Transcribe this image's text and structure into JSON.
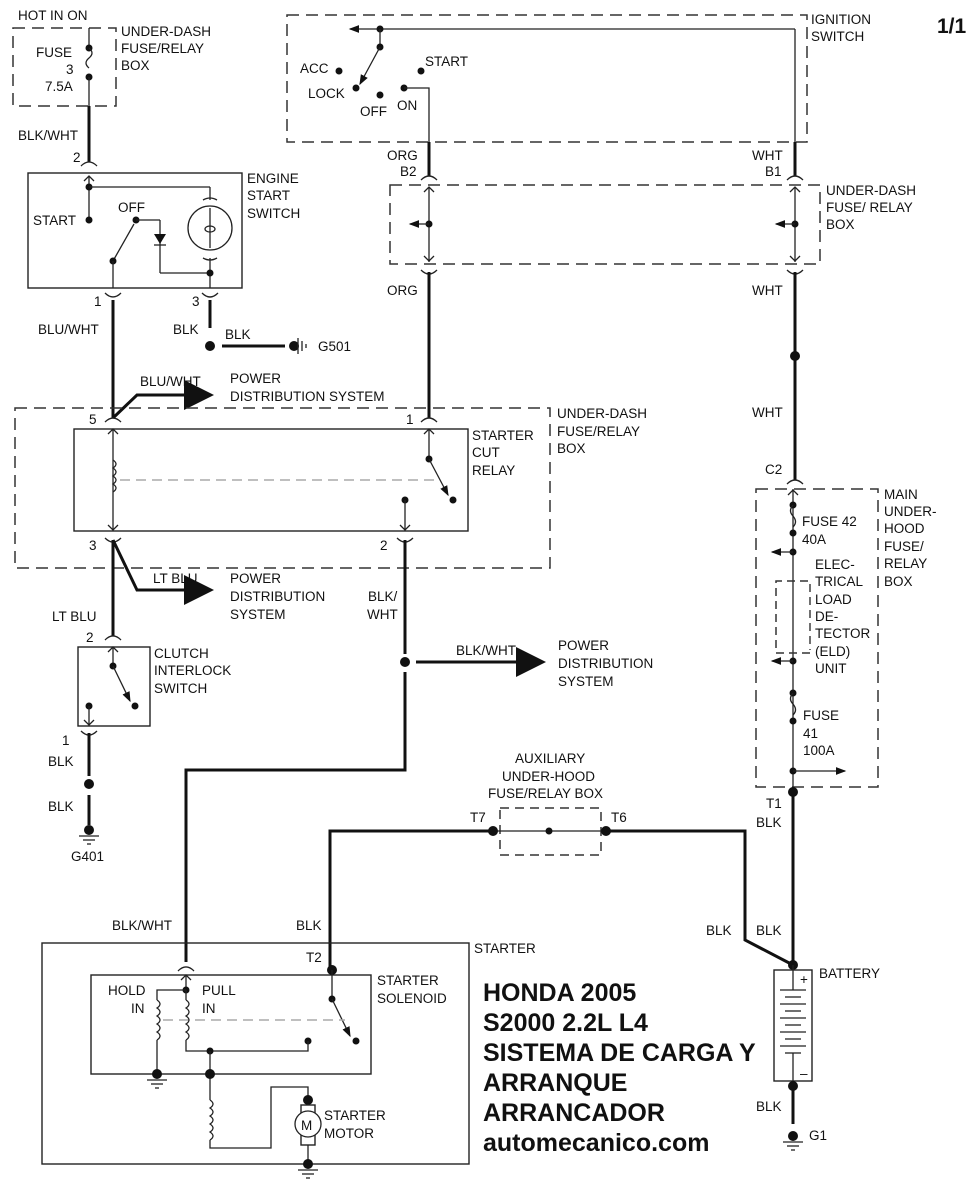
{
  "page_indicator": "1/1",
  "title_block": {
    "line1": "HONDA 2005",
    "line2": "S2000 2.2L L4",
    "line3": "SISTEMA DE CARGA Y",
    "line4": "ARRANQUE",
    "line5": "ARRANCADOR",
    "line6": "automecanico.com"
  },
  "components": {
    "hot_in_on": "HOT IN ON",
    "underdash_box_top_left": [
      "UNDER-DASH",
      "FUSE/RELAY",
      "BOX"
    ],
    "fuse3": [
      "FUSE",
      "3",
      "7.5A"
    ],
    "ignition_switch": [
      "IGNITION",
      "SWITCH"
    ],
    "ignition_positions": {
      "acc": "ACC",
      "lock": "LOCK",
      "off": "OFF",
      "on": "ON",
      "start": "START"
    },
    "underdash_box_mid": [
      "UNDER-DASH",
      "FUSE/ RELAY",
      "BOX"
    ],
    "engine_start_switch": [
      "ENGINE",
      "START",
      "SWITCH"
    ],
    "engine_start_positions": {
      "start": "START",
      "off": "OFF"
    },
    "ground_g501": "G501",
    "starter_cut_relay": [
      "STARTER",
      "CUT",
      "RELAY"
    ],
    "underdash_box_relay": [
      "UNDER-DASH",
      "FUSE/RELAY",
      "BOX"
    ],
    "power_dist_1": [
      "POWER",
      "DISTRIBUTION SYSTEM"
    ],
    "power_dist_2": [
      "POWER",
      "DISTRIBUTION",
      "SYSTEM"
    ],
    "power_dist_3": [
      "POWER",
      "DISTRIBUTION",
      "SYSTEM"
    ],
    "clutch_interlock_switch": [
      "CLUTCH",
      "INTERLOCK",
      "SWITCH"
    ],
    "ground_g401": "G401",
    "main_underhood_box": [
      "MAIN",
      "UNDER-",
      "HOOD",
      "FUSE/",
      "RELAY",
      "BOX"
    ],
    "fuse42": [
      "FUSE 42",
      "40A"
    ],
    "eld_unit": [
      "ELEC-",
      "TRICAL",
      "LOAD",
      "DE-",
      "TECTOR",
      "(ELD)",
      "UNIT"
    ],
    "fuse41": [
      "FUSE",
      "41",
      "100A"
    ],
    "aux_underhood_box": [
      "AUXILIARY",
      "UNDER-HOOD",
      "FUSE/RELAY BOX"
    ],
    "starter": "STARTER",
    "starter_solenoid": [
      "STARTER",
      "SOLENOID"
    ],
    "hold_in": [
      "HOLD",
      "IN"
    ],
    "pull_in": [
      "PULL",
      "IN"
    ],
    "starter_motor": [
      "STARTER",
      "MOTOR"
    ],
    "motor_symbol": "M",
    "battery": "BATTERY",
    "battery_plus": "+",
    "battery_minus": "–",
    "ground_g1": "G1"
  },
  "wires": {
    "blk_wht_top": "BLK/WHT",
    "blu_wht": "BLU/WHT",
    "blu_wht_branch": "BLU/WHT",
    "blk_3": "BLK",
    "blk_g501": "BLK",
    "org_b2": "ORG",
    "org_lower": "ORG",
    "wht_b1": "WHT",
    "wht_lower": "WHT",
    "wht_mid": "WHT",
    "lt_blu_branch": "LT BLU",
    "lt_blu": "LT BLU",
    "blk_wht_relay": [
      "BLK/",
      "WHT"
    ],
    "blk_wht_branch": "BLK/WHT",
    "blk_clutch_1": "BLK",
    "blk_clutch_2": "BLK",
    "blk_wht_starter": "BLK/WHT",
    "blk_t2": "BLK",
    "blk_t1": "BLK",
    "blk_batt_left": "BLK",
    "blk_batt_right": "BLK",
    "blk_g1": "BLK"
  },
  "connectors": {
    "pin2_top": "2",
    "pin1_ess": "1",
    "pin3_ess": "3",
    "b2": "B2",
    "b1": "B1",
    "relay_5": "5",
    "relay_1": "1",
    "relay_3": "3",
    "relay_2": "2",
    "clutch_2": "2",
    "clutch_1": "1",
    "c2": "C2",
    "t1": "T1",
    "t7": "T7",
    "t6": "T6",
    "t2": "T2"
  }
}
